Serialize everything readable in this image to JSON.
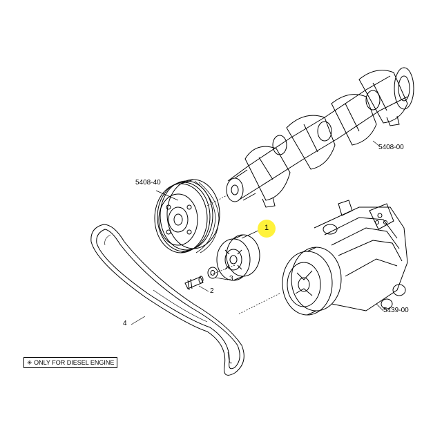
{
  "labels": {
    "crankshaft": "5408-00",
    "damper_pulley": "5408-40",
    "compressor": "5439-00",
    "tensioner": "1",
    "bolt": "2",
    "washer": "3",
    "belt": "4"
  },
  "note": {
    "symbol": "✳",
    "text": "ONLY FOR DIESEL ENGINE"
  },
  "colors": {
    "highlight": "#fff23b",
    "line": "#000000"
  }
}
